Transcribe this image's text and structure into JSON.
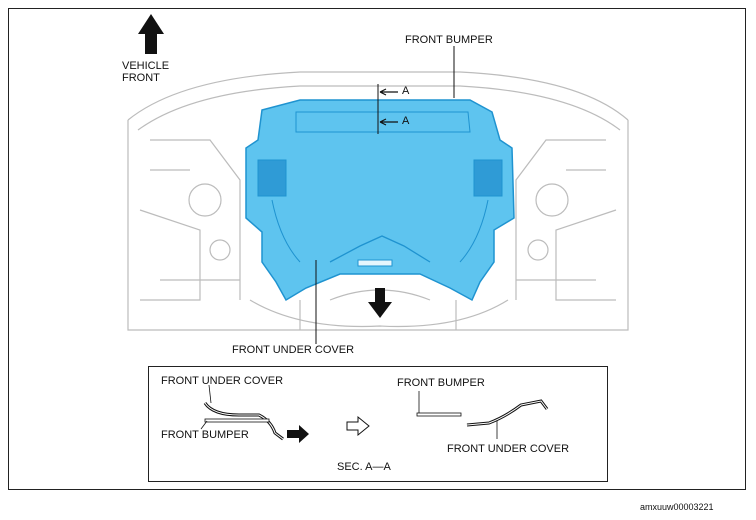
{
  "main": {
    "vehicle_front_line1": "VEHICLE",
    "vehicle_front_line2": "FRONT",
    "front_bumper_label": "FRONT BUMPER",
    "section_marker_top": "A",
    "section_marker_bottom": "A",
    "front_under_cover_label": "FRONT UNDER COVER"
  },
  "section": {
    "left_cover_label": "FRONT UNDER COVER",
    "left_bumper_label": "FRONT BUMPER",
    "right_bumper_label": "FRONT BUMPER",
    "right_cover_label": "FRONT UNDER COVER",
    "caption": "SEC. A—A"
  },
  "footer": {
    "image_code": "amxuuw00003221"
  },
  "colors": {
    "cover_fill": "#5ec4ef",
    "cover_edge": "#1f93d0",
    "line": "#111111"
  },
  "icons": [
    "vehicle-front-arrow-icon",
    "removal-direction-arrow-icon",
    "transition-arrow-icon"
  ]
}
